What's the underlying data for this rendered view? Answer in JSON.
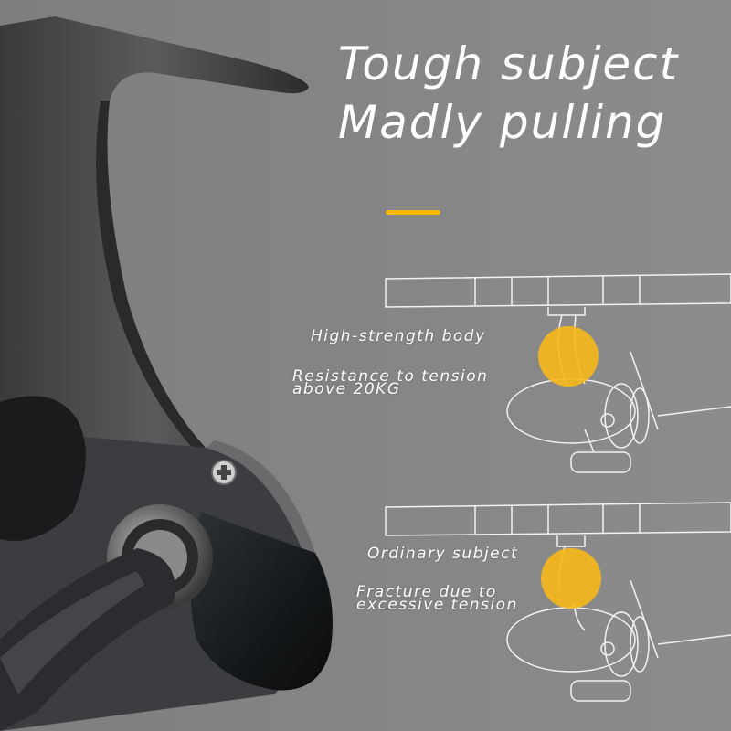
{
  "headline": {
    "line1": "Tough subject",
    "line2": "Madly pulling"
  },
  "colors": {
    "background": "#8a8a8a",
    "accent": "#f5b800",
    "highlight": "#f7b81a",
    "line_art": "#f2f2f2"
  },
  "top_panel": {
    "title": "High-strength body",
    "detail_line1": "Resistance to tension",
    "detail_line2": "above 20KG"
  },
  "bottom_panel": {
    "title": "Ordinary subject",
    "detail_line1": "Fracture due to",
    "detail_line2": "excessive tension"
  }
}
